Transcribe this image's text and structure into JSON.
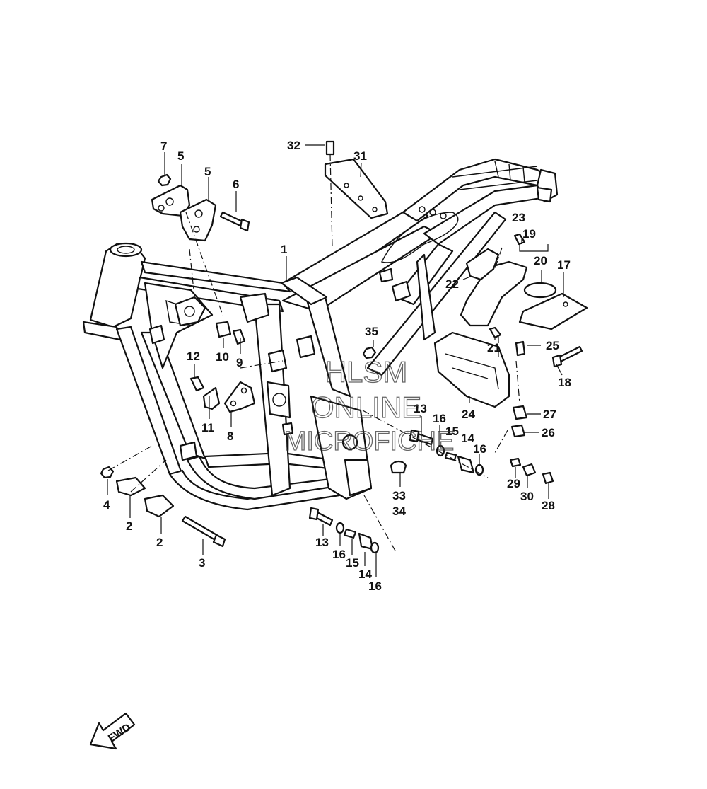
{
  "callouts": [
    "1",
    "2",
    "2",
    "3",
    "4",
    "5",
    "5",
    "6",
    "7",
    "8",
    "9",
    "10",
    "11",
    "12",
    "13",
    "13",
    "14",
    "14",
    "15",
    "15",
    "16",
    "16",
    "16",
    "16",
    "17",
    "18",
    "19",
    "20",
    "21",
    "22",
    "23",
    "24",
    "25",
    "26",
    "27",
    "28",
    "29",
    "30",
    "31",
    "32",
    "33",
    "34",
    "35"
  ],
  "watermark": {
    "line1": "HLSM",
    "line2": "ONLINE",
    "line3": "MICROFICHE"
  },
  "direction_arrow": {
    "label": "FWD"
  }
}
